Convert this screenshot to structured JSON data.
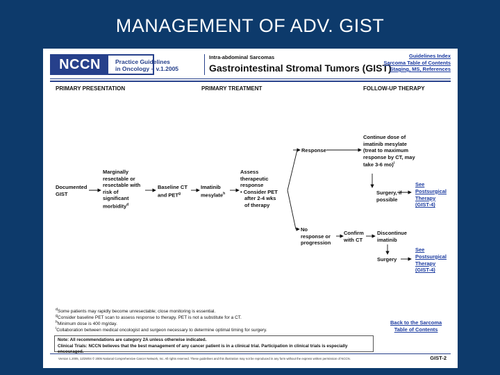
{
  "slide_title": "MANAGEMENT OF ADV. GIST",
  "header": {
    "logo": "NCCN",
    "practice_guidelines": [
      "Practice Guidelines",
      "in Oncology – v.1.2005"
    ],
    "subtitle": "Intra-abdominal Sarcomas",
    "title": "Gastrointestinal Stromal Tumors (GIST)",
    "links": [
      "Guidelines Index",
      "Sarcoma Table of Contents",
      "Staging, MS, References"
    ]
  },
  "columns": {
    "presentation": "PRIMARY PRESENTATION",
    "treatment": "PRIMARY TREATMENT",
    "followup": "FOLLOW-UP THERAPY"
  },
  "flow": {
    "documented": [
      "Documented",
      "GIST"
    ],
    "marginal": [
      "Marginally",
      "resectable or",
      "resectable with",
      "risk of",
      "significant",
      "morbidity"
    ],
    "marginal_sup": "d",
    "baseline": [
      "Baseline CT",
      "and PET"
    ],
    "baseline_sup": "g",
    "imatinib": [
      "Imatinib",
      "mesylate"
    ],
    "imatinib_sup": "h",
    "assess": [
      "Assess",
      "therapeutic",
      "response",
      "• Consider PET",
      "after 2-4 wks",
      "of therapy"
    ],
    "response": "Response",
    "continue": [
      "Continue dose of",
      "imatinib mesylate",
      "(treat to maximum",
      "response by CT, may",
      "take 3-6 mo)"
    ],
    "continue_sup": "i",
    "surgery_if": [
      "Surgery, if",
      "possible"
    ],
    "see_post_1": [
      "See",
      "Postsurgical",
      "Therapy",
      "(GIST-4)"
    ],
    "no_response": [
      "No",
      "response or",
      "progression"
    ],
    "confirm": [
      "Confirm",
      "with CT"
    ],
    "discontinue": [
      "Discontinue",
      "imatinib"
    ],
    "surgery": "Surgery",
    "see_post_2": [
      "See",
      "Postsurgical",
      "Therapy",
      "(GIST-4)"
    ]
  },
  "footnotes": [
    {
      "sup": "d",
      "text": "Some patients may rapidly become unresectable; close monitoring is essential."
    },
    {
      "sup": "g",
      "text": "Consider baseline PET scan to assess response to therapy. PET is not a substitute for a CT."
    },
    {
      "sup": "h",
      "text": "Minimum dose is 400 mg/day."
    },
    {
      "sup": "i",
      "text": "Collaboration between medical oncologist and surgeon necessary to determine optimal timing for surgery."
    }
  ],
  "back_link": [
    "Back to the Sarcoma",
    "Table of Contents"
  ],
  "note": [
    "Note:  All recommendations are category 2A unless otherwise indicated.",
    "Clinical Trials: NCCN believes that the best management of any cancer patient is in a clinical trial.  Participation in clinical trials is especially encouraged."
  ],
  "copyright": "Version 1.2005, 12/29/04 © 2005 National Comprehensive Cancer Network, Inc. All rights reserved. These guidelines and this illustration may not be reproduced in any form without the express written permission of NCCN.",
  "page_code": "GIST-2"
}
